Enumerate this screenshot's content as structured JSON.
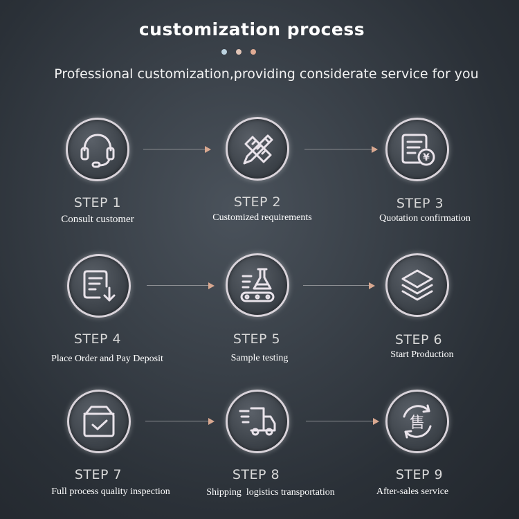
{
  "header": {
    "title": "customization process",
    "subtitle": "Professional customization,providing considerate service for you",
    "dot_colors": [
      "#bcd3e0",
      "#e0c4b6",
      "#e0ab94"
    ]
  },
  "steps": [
    {
      "number": "STEP 1",
      "label": "Consult customer",
      "icon": "headset-icon"
    },
    {
      "number": "STEP 2",
      "label": "Customized requirements",
      "icon": "pencil-ruler-icon"
    },
    {
      "number": "STEP 3",
      "label": "Quotation confirmation",
      "icon": "quotation-document-icon"
    },
    {
      "number": "STEP 4",
      "label": "Place Order and Pay Deposit",
      "icon": "order-download-icon"
    },
    {
      "number": "STEP 5",
      "label": "Sample testing",
      "icon": "flask-conveyor-icon"
    },
    {
      "number": "STEP 6",
      "label": "Start Production",
      "icon": "layers-icon"
    },
    {
      "number": "STEP 7",
      "label": "Full process quality inspection",
      "icon": "inspection-box-icon"
    },
    {
      "number": "STEP 8",
      "label": "Shipping  logistics transportation",
      "icon": "delivery-truck-icon"
    },
    {
      "number": "STEP 9",
      "label": "After-sales service",
      "icon": "after-sales-icon"
    }
  ],
  "icon_glyphs": {
    "currency": "¥",
    "sales": "售"
  },
  "colors": {
    "accent_arrow": "#d9a890",
    "icon_stroke": "#e9e3ea"
  }
}
